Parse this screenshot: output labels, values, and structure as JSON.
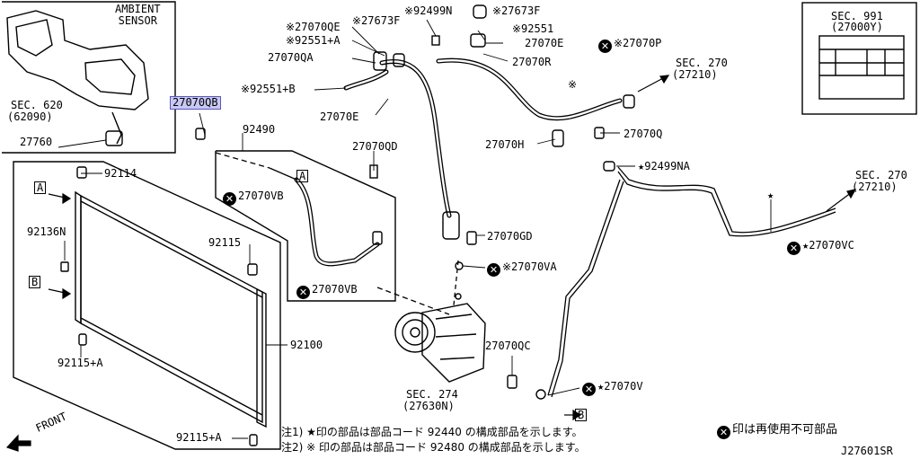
{
  "diagram_id": "J27601SR",
  "sections": {
    "ambient_sensor": "AMBIENT\nSENSOR",
    "sec_620": "SEC. 620",
    "sec_620_code": "(62090)",
    "sec_991": "SEC. 991",
    "sec_991_code": "(27000Y)",
    "sec_270_a": "SEC. 270",
    "sec_270_a_code": "(27210)",
    "sec_270_b": "SEC. 270",
    "sec_270_b_code": "(27210)",
    "sec_274": "SEC. 274",
    "sec_274_code": "(27630N)"
  },
  "parts": {
    "p27760": "27760",
    "p27070QB": "27070QB",
    "p92490": "92490",
    "p92114": "92114",
    "p92136N": "92136N",
    "p92115": "92115",
    "p92115A_top": "92115+A",
    "p92115A_bot": "92115+A",
    "p92100": "92100",
    "p27070VB_top": "27070VB",
    "p27070VB_bot": "27070VB",
    "p27070QD": "27070QD",
    "p27070QE": "※27070QE",
    "p92551A": "※92551+A",
    "p27070QA": "27070QA",
    "p92551B": "※92551+B",
    "p27673F_a": "※27673F",
    "p92499N": "※92499N",
    "p27673F_b": "※27673F",
    "p92551": "※92551",
    "p27070E_a": "27070E",
    "p27070E_b": "27070E",
    "p27070R": "27070R",
    "p27070P": "※27070P",
    "p27070H": "27070H",
    "p27070Q": "27070Q",
    "p92499NA": "★92499NA",
    "p27070GD": "27070GD",
    "p27070VA": "※27070VA",
    "p27070QC": "27070QC",
    "p27070V": "★27070V",
    "p27070VC": "★27070VC"
  },
  "markers": {
    "a_left": "A",
    "b_left": "B",
    "a_pipe": "A",
    "b_bottom": "B",
    "front": "FRONT",
    "star_mark_1": "※",
    "star_mark_2": "★"
  },
  "notes": {
    "note1": "注1) ★印の部品は部品コード 92440 の構成部品を示します。",
    "note2": "注2) ※ 印の部品は部品コード 92480 の構成部品を示します。",
    "legend": "印は再使用不可部品",
    "x_symbol": "✕"
  }
}
